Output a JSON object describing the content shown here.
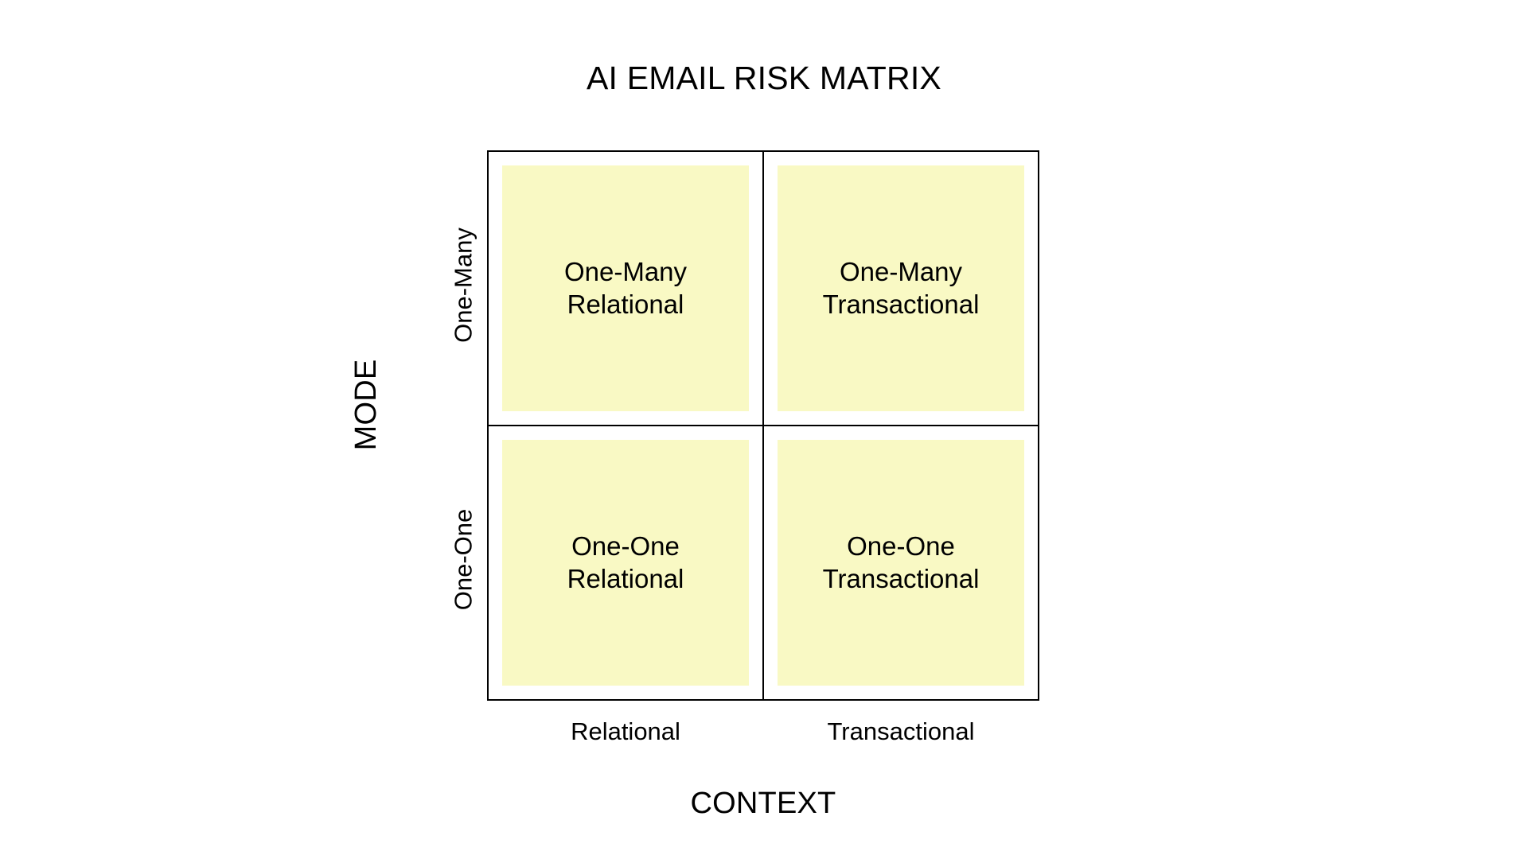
{
  "chart_data": {
    "type": "table",
    "title": "AI EMAIL RISK MATRIX",
    "xlabel": "CONTEXT",
    "ylabel": "MODE",
    "x_categories": [
      "Relational",
      "Transactional"
    ],
    "y_categories": [
      "One-Many",
      "One-One"
    ],
    "grid": true,
    "legend": "none",
    "cell_fill_color": "#f9f9c4",
    "border_color": "#000000",
    "background_color": "#ffffff",
    "cells": [
      {
        "row": "One-Many",
        "column": "Relational",
        "label": "One-Many\nRelational",
        "line1": "One-Many",
        "line2": "Relational"
      },
      {
        "row": "One-Many",
        "column": "Transactional",
        "label": "One-Many\nTransactional",
        "line1": "One-Many",
        "line2": "Transactional"
      },
      {
        "row": "One-One",
        "column": "Relational",
        "label": "One-One\nRelational",
        "line1": "One-One",
        "line2": "Relational"
      },
      {
        "row": "One-One",
        "column": "Transactional",
        "label": "One-One\nTransactional",
        "line1": "One-One",
        "line2": "Transactional"
      }
    ]
  },
  "title": "AI EMAIL RISK MATRIX",
  "axes": {
    "y_title": "MODE",
    "x_title": "CONTEXT",
    "y_ticks": [
      "One-Many",
      "One-One"
    ],
    "x_ticks": [
      "Relational",
      "Transactional"
    ]
  },
  "quadrants": {
    "top_left": "One-Many\nRelational",
    "top_right": "One-Many\nTransactional",
    "bottom_left": "One-One\nRelational",
    "bottom_right": "One-One\nTransactional"
  }
}
